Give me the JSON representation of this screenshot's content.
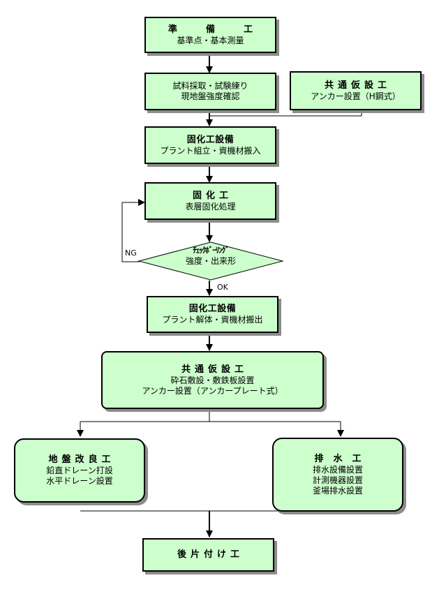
{
  "steps": {
    "prep": {
      "title": "準　備　工",
      "sub": "基準点・基本測量"
    },
    "test": {
      "line1": "試料採取・試験練り",
      "line2": "現地盤強度確認"
    },
    "temp1": {
      "title": "共通仮設工",
      "sub": "アンカー設置（H鋼式）"
    },
    "plant_setup": {
      "title": "固化工設備",
      "sub": "プラント組立・資機材搬入"
    },
    "solidify": {
      "title": "固化工",
      "sub": "表層固化処理"
    },
    "check": {
      "title": "ﾁｪｯｸﾎﾞｰﾘﾝｸﾞ",
      "sub": "強度・出来形"
    },
    "plant_remove": {
      "title": "固化工設備",
      "sub": "プラント解体・資機材搬出"
    },
    "temp2": {
      "title": "共通仮設工",
      "sub1": "砕石敷設・敷鉄板設置",
      "sub2": "アンカー設置（アンカープレート式）"
    },
    "ground": {
      "title": "地盤改良工",
      "sub1": "鉛直ドレーン打設",
      "sub2": "水平ドレーン設置"
    },
    "drain": {
      "title": "排水工",
      "sub1": "排水設備設置",
      "sub2": "計測機器設置",
      "sub3": "釜場排水設置"
    },
    "cleanup": {
      "title": "後片付け工"
    }
  },
  "labels": {
    "ng": "NG",
    "ok": "OK"
  },
  "colors": {
    "box_fill": "#ccffcc",
    "border": "#000000",
    "shadow": "#8c8c8c"
  }
}
